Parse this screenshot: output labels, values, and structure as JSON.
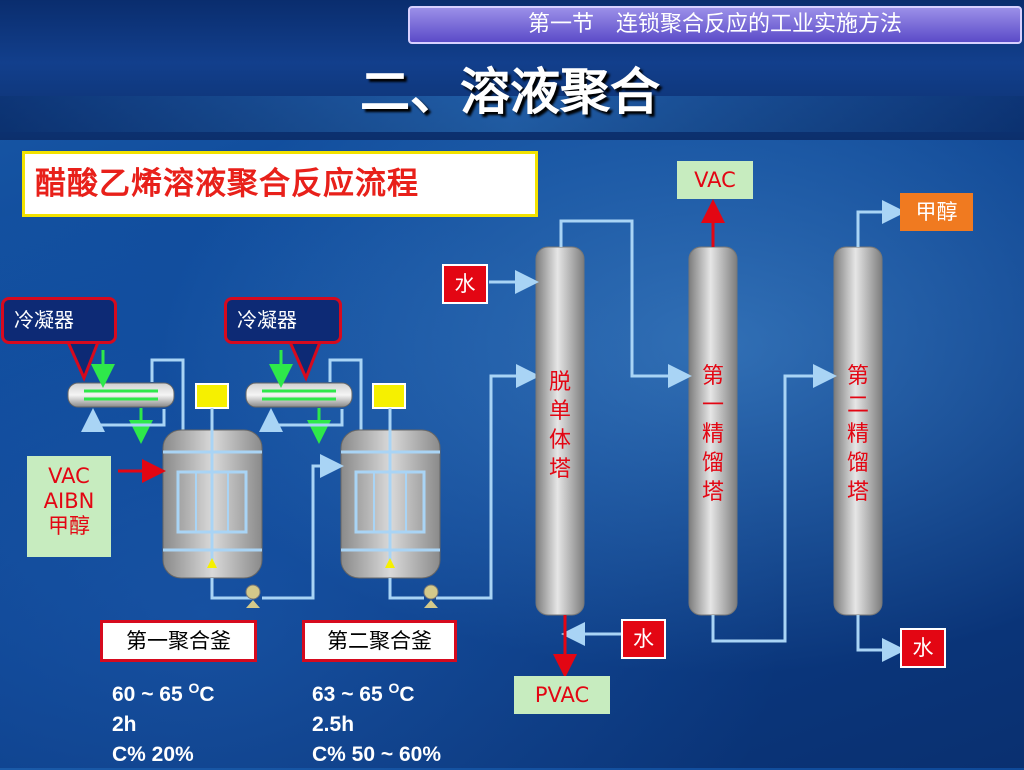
{
  "header": {
    "section": "第一节　连锁聚合反应的工业实施方法",
    "title": "二、溶液聚合"
  },
  "subtitle": "醋酸乙烯溶液聚合反应流程",
  "streams": {
    "vac_top": "VAC",
    "methanol_top": "甲醇",
    "water_in_1": "水",
    "water_in_2": "水",
    "water_out": "水",
    "pvac_out": "PVAC"
  },
  "feed": {
    "lines": [
      "VAC",
      "AIBN",
      "甲醇"
    ]
  },
  "callouts": {
    "condenser_1": "冷凝器",
    "condenser_2": "冷凝器"
  },
  "columns": {
    "demonomer": [
      "脱",
      "单",
      "体",
      "塔"
    ],
    "rectifier_1": [
      "第",
      "一",
      "精",
      "馏",
      "塔"
    ],
    "rectifier_2": [
      "第",
      "二",
      "精",
      "馏",
      "塔"
    ]
  },
  "reactors": [
    {
      "name": "第一聚合釜",
      "temp": "60 ~ 65 ",
      "temp_unit_sup": "O",
      "temp_unit": "C",
      "time": "2h",
      "conv": "C%  20%"
    },
    {
      "name": "第二聚合釜",
      "temp": "63 ~ 65 ",
      "temp_unit_sup": "O",
      "temp_unit": "C",
      "time": "2.5h",
      "conv": "C%  50 ~ 60%"
    }
  ],
  "colors": {
    "pipe": "#a9d4f5",
    "vessel": "#a9a9a9",
    "arrow_red": "#e30613",
    "coolant_green": "#2ee84a",
    "indicator_yellow": "#f6f000"
  }
}
